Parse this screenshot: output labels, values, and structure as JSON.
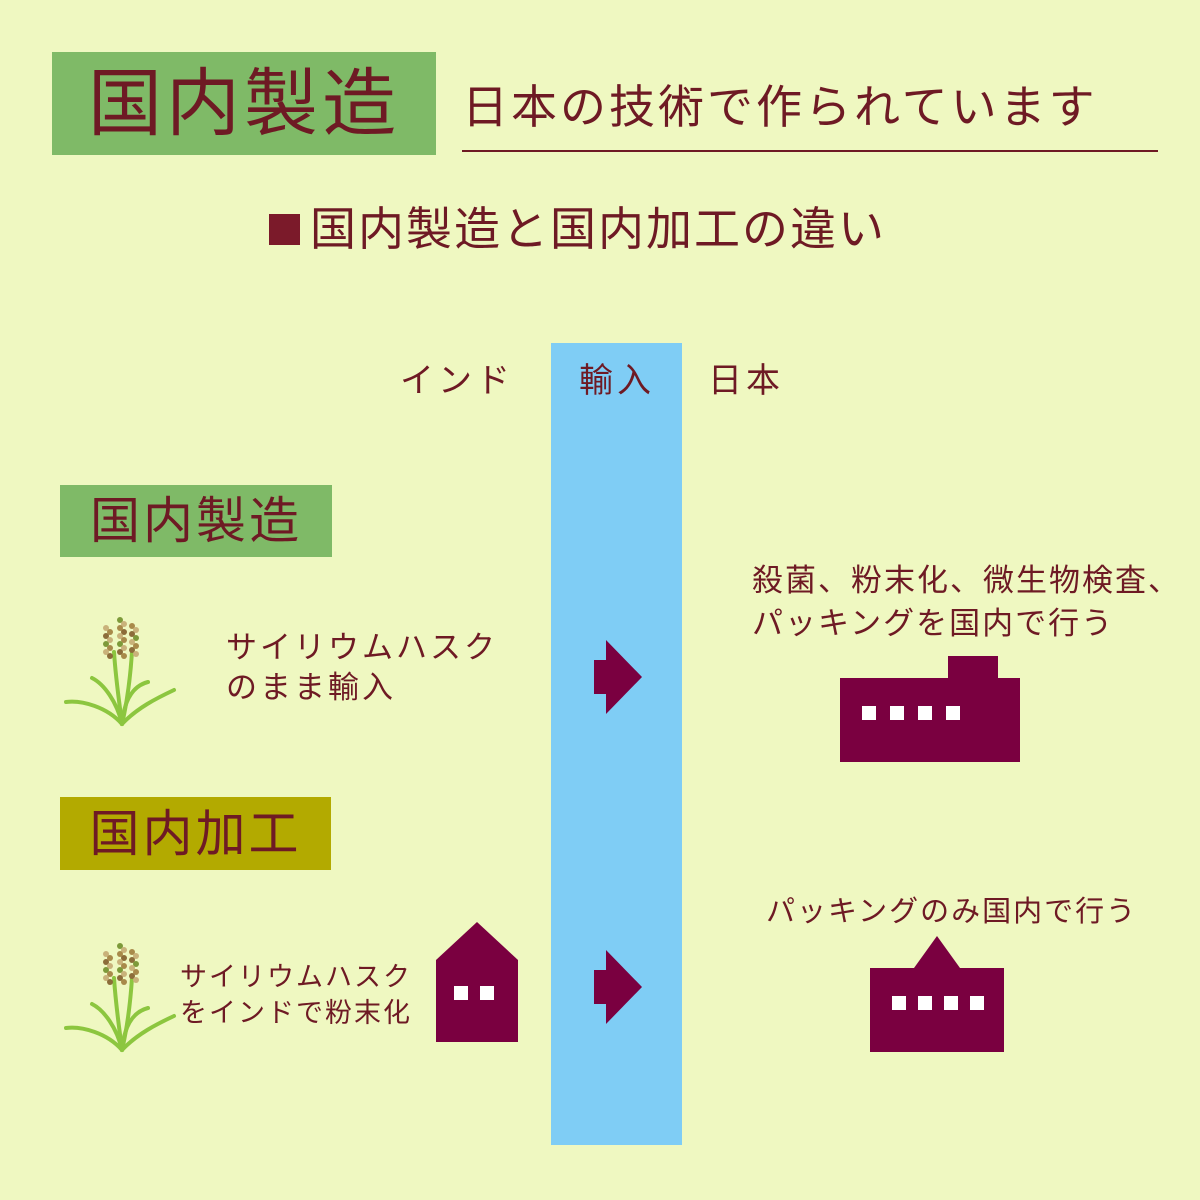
{
  "header": {
    "title": "国内製造",
    "subtitle": "日本の技術で作られています"
  },
  "section": {
    "heading": "国内製造と国内加工の違い"
  },
  "columns": {
    "india": "インド",
    "import": "輸入",
    "japan": "日本"
  },
  "domestic_manufacturing": {
    "label": "国内製造",
    "label_color": "#7fba67",
    "india_text": [
      "サイリウムハスク",
      "のまま輸入"
    ],
    "japan_text": [
      "殺菌、粉末化、微生物検査、",
      "パッキングを国内で行う"
    ]
  },
  "domestic_processing": {
    "label": "国内加工",
    "label_color": "#b3aa00",
    "india_text": [
      "サイリウムハスク",
      "をインドで粉末化"
    ],
    "japan_text": [
      "パッキングのみ国内で行う"
    ]
  },
  "colors": {
    "text": "#6e1a24",
    "background": "#eff8c1",
    "import_band": "#7fcdf5",
    "building": "#7a0040"
  },
  "icons": [
    "psyllium-plant-icon",
    "arrow-right-icon",
    "factory-icon",
    "building-icon"
  ]
}
